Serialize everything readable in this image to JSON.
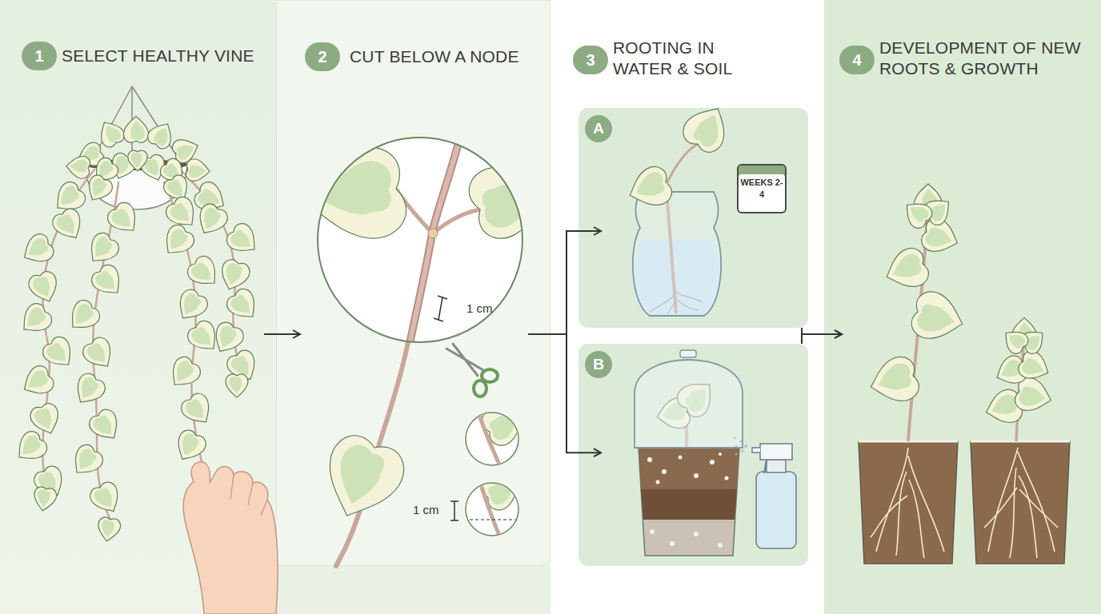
{
  "diagram": {
    "nodes": [
      {
        "text": [
          "SELECT HEALTHY VINE"
        ]
      },
      {
        "text": [
          "1"
        ],
        "in": 0
      },
      {
        "text": [
          "CUT BELOW A NODE"
        ]
      },
      {
        "text": [
          "2"
        ],
        "in": 2
      },
      {
        "text": [
          "ROOTING IN WATER & SOIL"
        ]
      },
      {
        "text": [
          "3"
        ],
        "in": 4
      },
      {
        "text": [
          "A"
        ],
        "in": 4
      },
      {
        "text": [
          "WEEKS 2-4"
        ],
        "in": 6
      },
      {
        "text": [
          "B"
        ],
        "in": 4
      },
      {
        "text": [
          "DEVELOPMENT OF NEW ROOTS & GROWTH"
        ]
      },
      {
        "text": [
          "4"
        ],
        "in": 9
      }
    ],
    "edges": [
      {
        "from": 0,
        "to": 2,
        "arrow": "to"
      },
      {
        "from": 2,
        "to": 6,
        "arrow": "to"
      },
      {
        "from": 2,
        "to": 8,
        "arrow": "to"
      },
      {
        "from": 6,
        "to": 9,
        "arrow": "to"
      },
      {
        "from": 8,
        "to": 9,
        "arrow": "to"
      }
    ],
    "labels": [
      "1 cm",
      "1 cm"
    ]
  }
}
